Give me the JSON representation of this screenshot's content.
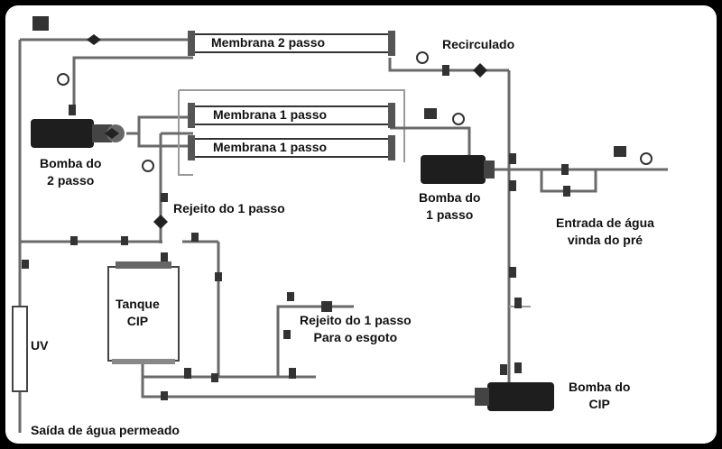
{
  "labels": {
    "membrana2": "Membrana 2 passo",
    "membrana1a": "Membrana 1 passo",
    "membrana1b": "Membrana 1 passo",
    "recirculado": "Recirculado",
    "bomba2_l1": "Bomba do",
    "bomba2_l2": "2 passo",
    "bomba1_l1": "Bomba do",
    "bomba1_l2": "1 passo",
    "rejeito1": "Rejeito do 1 passo",
    "entrada_l1": "Entrada de água",
    "entrada_l2": "vinda do pré",
    "tanque_l1": "Tanque",
    "tanque_l2": "CIP",
    "rejeito_esgoto_l1": "Rejeito do 1 passo",
    "rejeito_esgoto_l2": "Para o esgoto",
    "uv": "UV",
    "bombacip_l1": "Bomba do",
    "bombacip_l2": "CIP",
    "saida": "Saída de água permeado"
  },
  "colors": {
    "frame": "#000000",
    "background": "#ffffff",
    "pipe": "#6a6a6a",
    "equipment": "#1e1e1e",
    "text": "#111111"
  },
  "icons": [
    "pump-icon",
    "valve-icon",
    "pressure-gauge-icon",
    "flow-meter-icon",
    "check-valve-icon"
  ]
}
